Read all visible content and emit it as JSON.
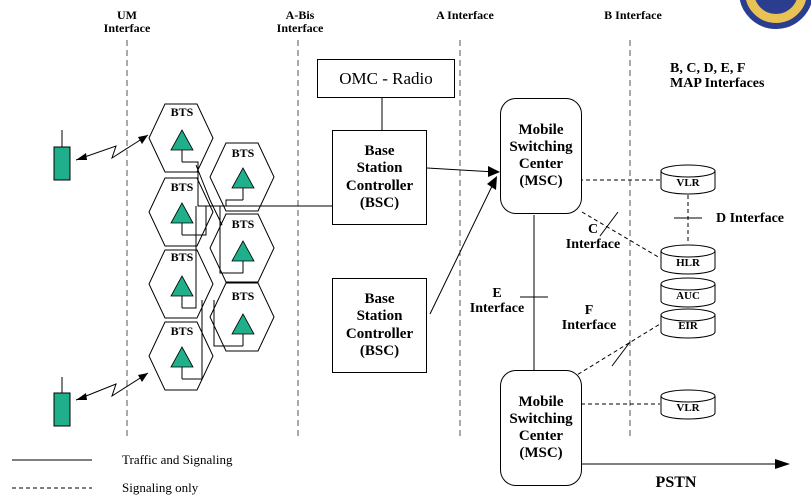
{
  "interfaces": {
    "um": [
      "UM",
      "Interface"
    ],
    "abis": [
      "A-Bis",
      "Interface"
    ],
    "a": "A Interface",
    "b": "B Interface",
    "map": [
      "B, C, D, E, F",
      "MAP Interfaces"
    ],
    "c": [
      "C",
      "Interface"
    ],
    "d": "D Interface",
    "e": [
      "E",
      "Interface"
    ],
    "f": [
      "F",
      "Interface"
    ]
  },
  "bts_label": "BTS",
  "omc": "OMC - Radio",
  "bsc": [
    "Base",
    "Station",
    "Controller",
    "(BSC)"
  ],
  "msc": [
    "Mobile",
    "Switching",
    "Center",
    "(MSC)"
  ],
  "databases": {
    "vlr_top": "VLR",
    "hlr": "HLR",
    "auc": "AUC",
    "eir": "EIR",
    "vlr_bottom": "VLR"
  },
  "pstn": "PSTN",
  "legend": {
    "solid": "Traffic and Signaling",
    "dashed": "Signaling only"
  },
  "colors": {
    "antenna": "#1faf8a",
    "phone": "#1faf8a",
    "line": "#000000"
  }
}
